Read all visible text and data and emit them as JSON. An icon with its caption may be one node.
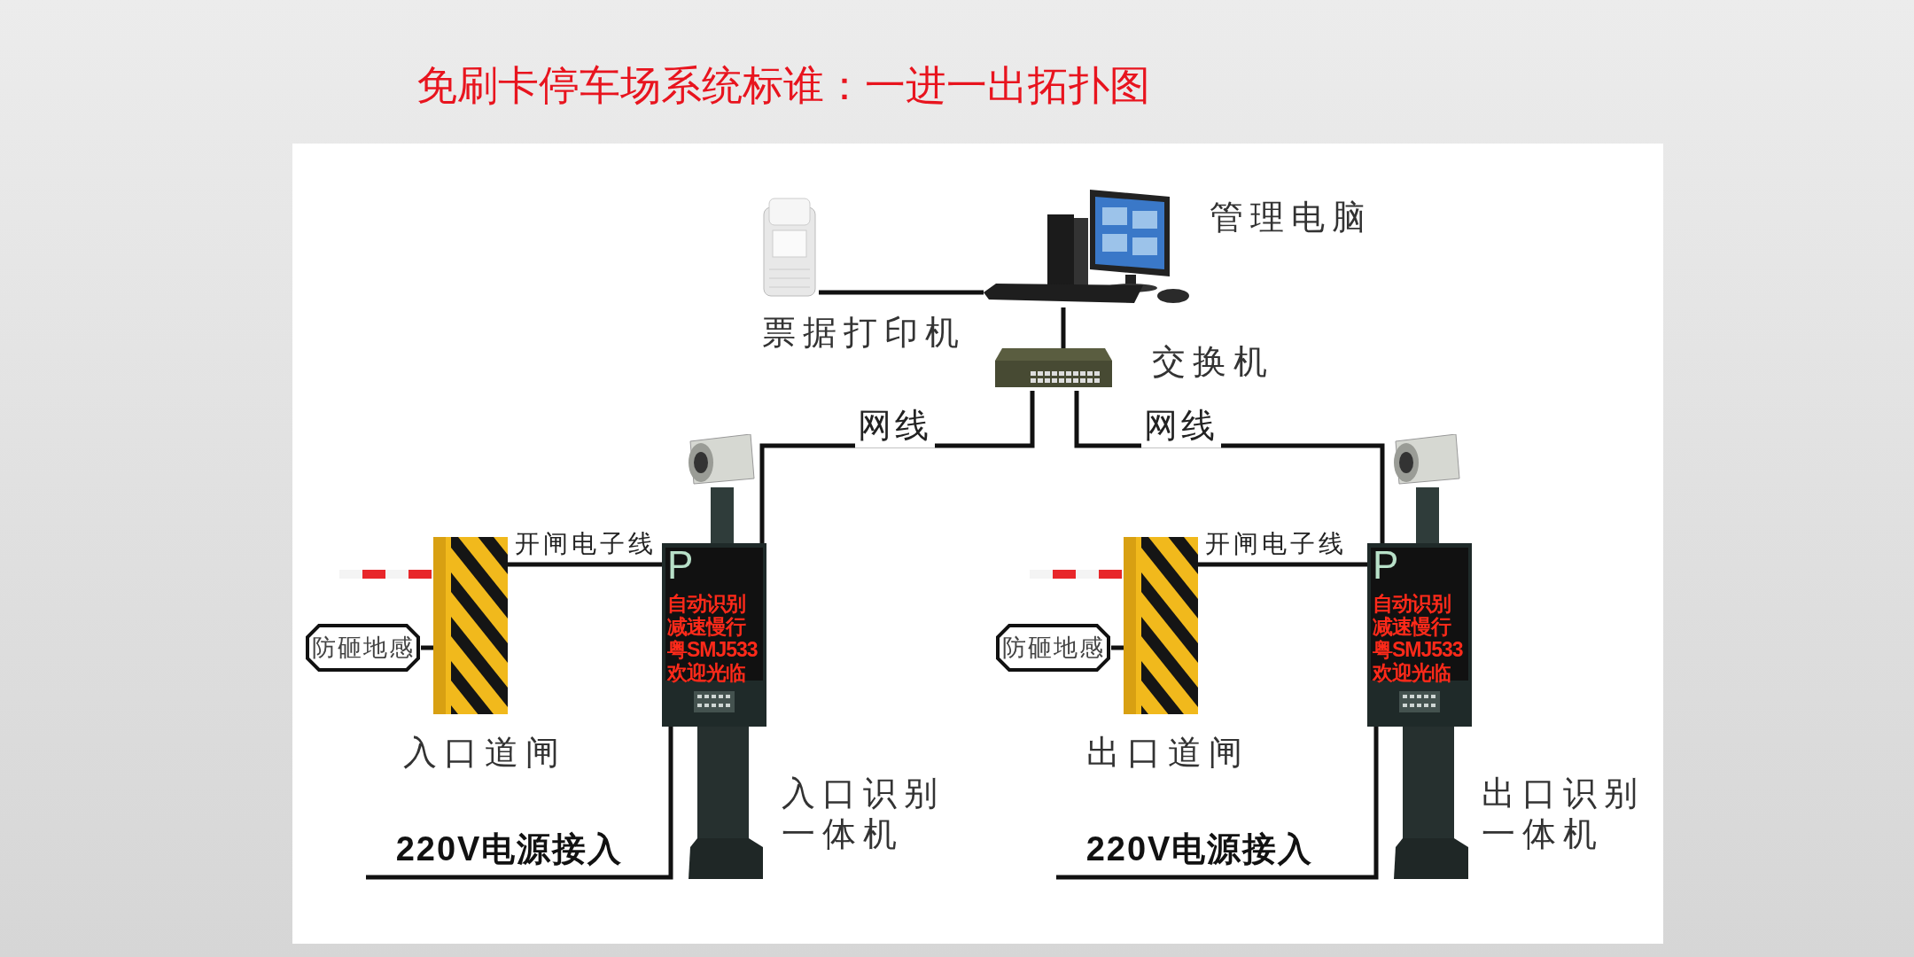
{
  "diagram": {
    "title": "免刷卡停车场系统标谁：一进一出拓扑图",
    "nodes": [
      {
        "text": [],
        "shape": "picture",
        "beside": [
          "票据打印机"
        ]
      },
      {
        "text": [],
        "shape": "picture",
        "beside": [
          "管理电脑"
        ]
      },
      {
        "text": [],
        "shape": "picture",
        "beside": [
          "交换机"
        ]
      },
      {
        "text": [],
        "shape": "picture",
        "beside": [
          "入口道闸"
        ]
      },
      {
        "text": [
          "防砸地感"
        ]
      },
      {
        "text": [],
        "shape": "picture",
        "beside": [
          "入口识别一体机"
        ]
      },
      {
        "text": [],
        "shape": "picture",
        "beside": [
          "出口道闸"
        ]
      },
      {
        "text": [
          "防砸地感"
        ]
      },
      {
        "text": [],
        "shape": "picture",
        "beside": [
          "出口识别一体机"
        ]
      }
    ],
    "edges": [
      {
        "from": 0,
        "to": 1,
        "arrow": "none"
      },
      {
        "from": 1,
        "to": 2,
        "arrow": "none"
      },
      {
        "from": 2,
        "to": 5,
        "arrow": "none",
        "label": "网线"
      },
      {
        "from": 2,
        "to": 8,
        "arrow": "none",
        "label": "网线"
      },
      {
        "from": 4,
        "to": 3,
        "arrow": "none"
      },
      {
        "from": 3,
        "to": 5,
        "arrow": "none",
        "label": "开闸电子线"
      },
      {
        "from": null,
        "to": 5,
        "arrow": "none",
        "label": "220V电源接入"
      },
      {
        "from": 7,
        "to": 6,
        "arrow": "none"
      },
      {
        "from": 6,
        "to": 8,
        "arrow": "none",
        "label": "开闸电子线"
      },
      {
        "from": null,
        "to": 8,
        "arrow": "none",
        "label": "220V电源接入"
      }
    ],
    "labels": [
      "P",
      "自动识别",
      "减速慢行",
      "粤SMJ533",
      "欢迎光临",
      "P",
      "自动识别",
      "减速慢行",
      "粤SMJ533",
      "欢迎光临"
    ]
  }
}
